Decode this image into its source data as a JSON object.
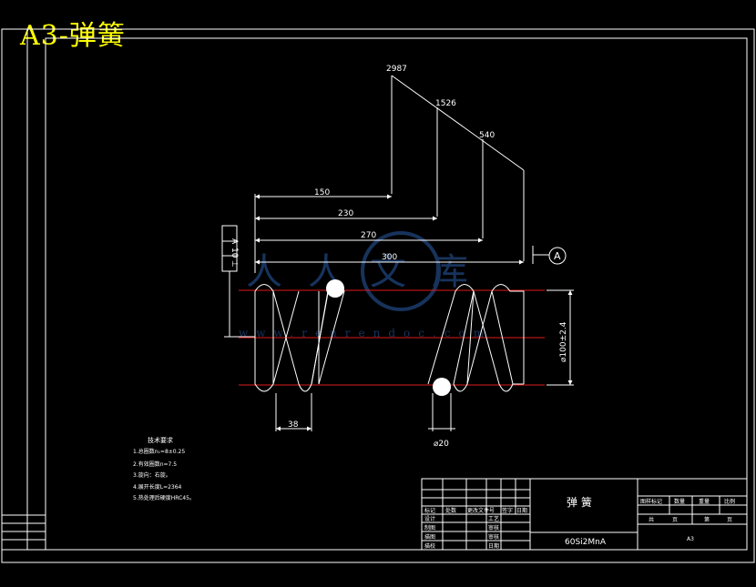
{
  "sheet": {
    "title": "A3-弹簧"
  },
  "load_diagram": {
    "loads": [
      "2987",
      "1526",
      "540"
    ],
    "lengths": [
      "150",
      "230",
      "270",
      "300"
    ]
  },
  "dimensions": {
    "pitch": "38",
    "wire_diameter": "⌀20",
    "outer_diameter": "⌀100±2.4",
    "datum_label": "A",
    "perpendicularity": {
      "symbol": "⊥",
      "value": "10",
      "datum": "A"
    }
  },
  "watermark": {
    "text": "人人文库",
    "url": "www.renrendoc.com"
  },
  "technical_requirements": {
    "heading": "技术要求",
    "items": [
      "1.总圈数n₁=8±0.25",
      "2.有效圈数n=7.5",
      "3.旋向：右旋。",
      "4.展开长度L=2364",
      "5.热处理后硬度HRC45。"
    ]
  },
  "title_block": {
    "part_name": "弹 簧",
    "material": "60Si2MnA",
    "scale_label": "A3",
    "revision_headers": [
      "标记",
      "处数",
      "更改文件号",
      "签字",
      "日期"
    ],
    "rows": [
      [
        "设计",
        "",
        "",
        "工艺",
        ""
      ],
      [
        "制图",
        "",
        "",
        "审核",
        ""
      ],
      [
        "描图",
        "",
        "",
        "审核",
        ""
      ],
      [
        "描校",
        "",
        "",
        "日期",
        ""
      ]
    ],
    "right_headers": [
      "图样标记",
      "数量",
      "重量",
      "比例"
    ],
    "sheet_text": [
      "共",
      "页",
      "第",
      "页"
    ]
  }
}
